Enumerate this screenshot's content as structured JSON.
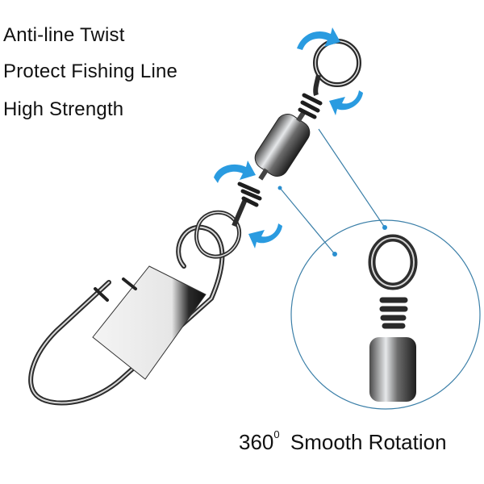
{
  "features": [
    {
      "label": "Anti-line Twist"
    },
    {
      "label": "Protect Fishing Line"
    },
    {
      "label": "High Strength"
    }
  ],
  "caption": {
    "number": "360",
    "degree": "0",
    "text": "Smooth Rotation"
  },
  "colors": {
    "accent_blue": "#2a9be0",
    "callout_line": "#3b7fa8",
    "metal_dark": "#2b2b2b",
    "metal_light": "#cfd2d6"
  },
  "icons": {
    "rotation_arrows": "rotation-arrow-icon",
    "product": "snap-swivel"
  }
}
